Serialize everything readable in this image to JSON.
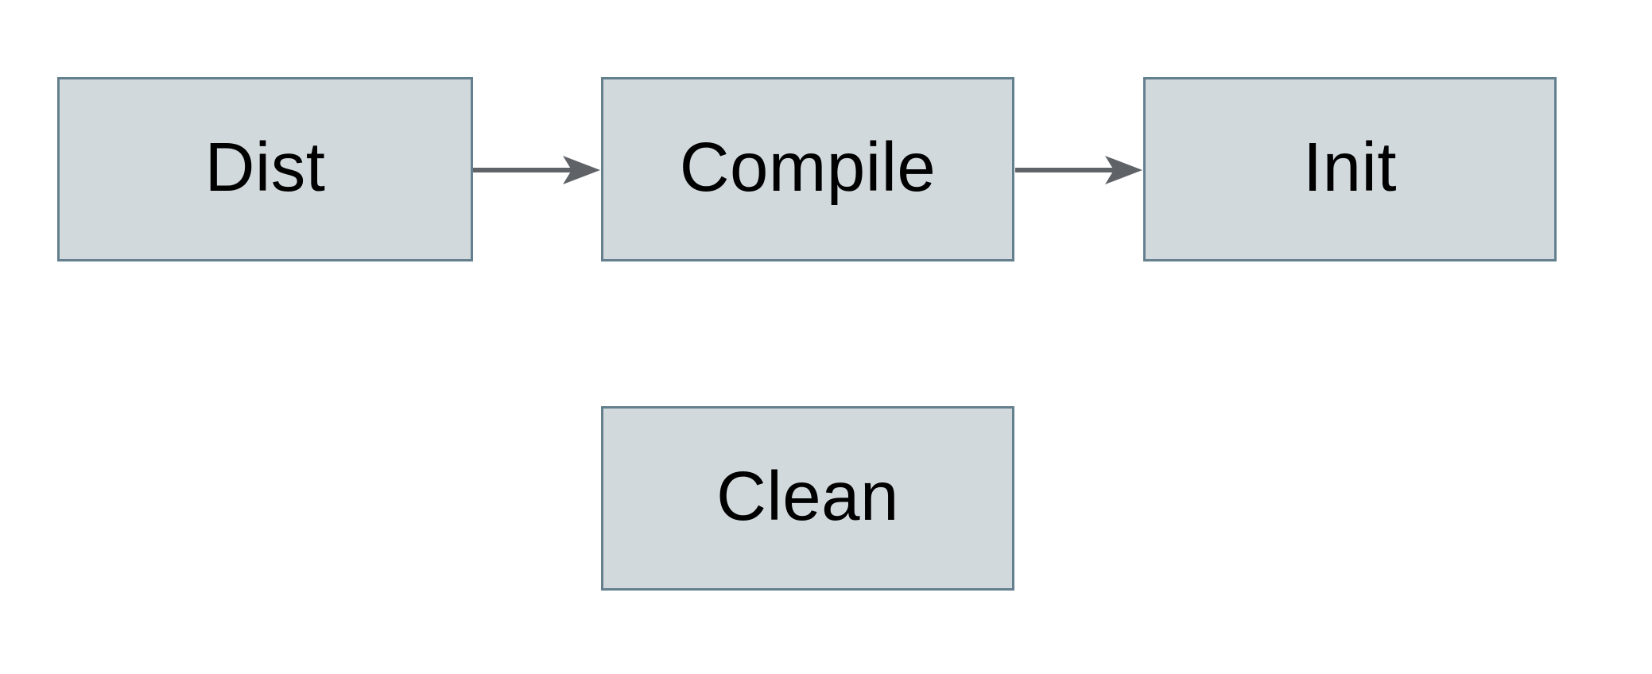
{
  "diagram": {
    "type": "flowchart",
    "nodes": [
      {
        "id": "dist",
        "label": "Dist"
      },
      {
        "id": "compile",
        "label": "Compile"
      },
      {
        "id": "init",
        "label": "Init"
      },
      {
        "id": "clean",
        "label": "Clean"
      }
    ],
    "edges": [
      {
        "from": "dist",
        "to": "compile",
        "direction": "right",
        "style": "solid-barbed-arrow"
      },
      {
        "from": "compile",
        "to": "init",
        "direction": "right",
        "style": "solid-barbed-arrow"
      }
    ]
  },
  "colors": {
    "background": "#ffffff",
    "node-fill": "#d2d9dc",
    "node-border": "#64808f",
    "arrow": "#5f6368",
    "text": "#000000"
  }
}
